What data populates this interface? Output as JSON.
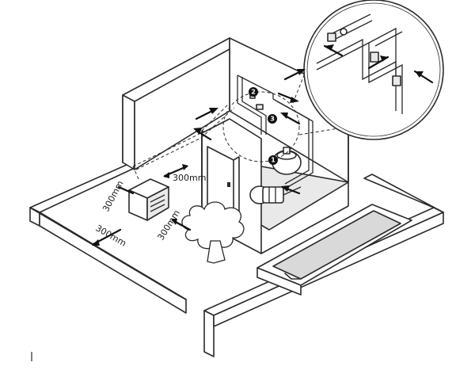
{
  "dimensions": {
    "top": "300mm",
    "left_upper": "300mm",
    "left_lower": "300mm",
    "right": "300mm"
  },
  "callouts": [
    "1",
    "2",
    "3"
  ],
  "icons": [
    "heat-pump-unit",
    "filter-tank",
    "pump",
    "valve",
    "flow-arrow",
    "tree",
    "pool"
  ],
  "colors": {
    "line": "#2a2a2a",
    "water": "#d9d9d9",
    "background": "#ffffff"
  }
}
